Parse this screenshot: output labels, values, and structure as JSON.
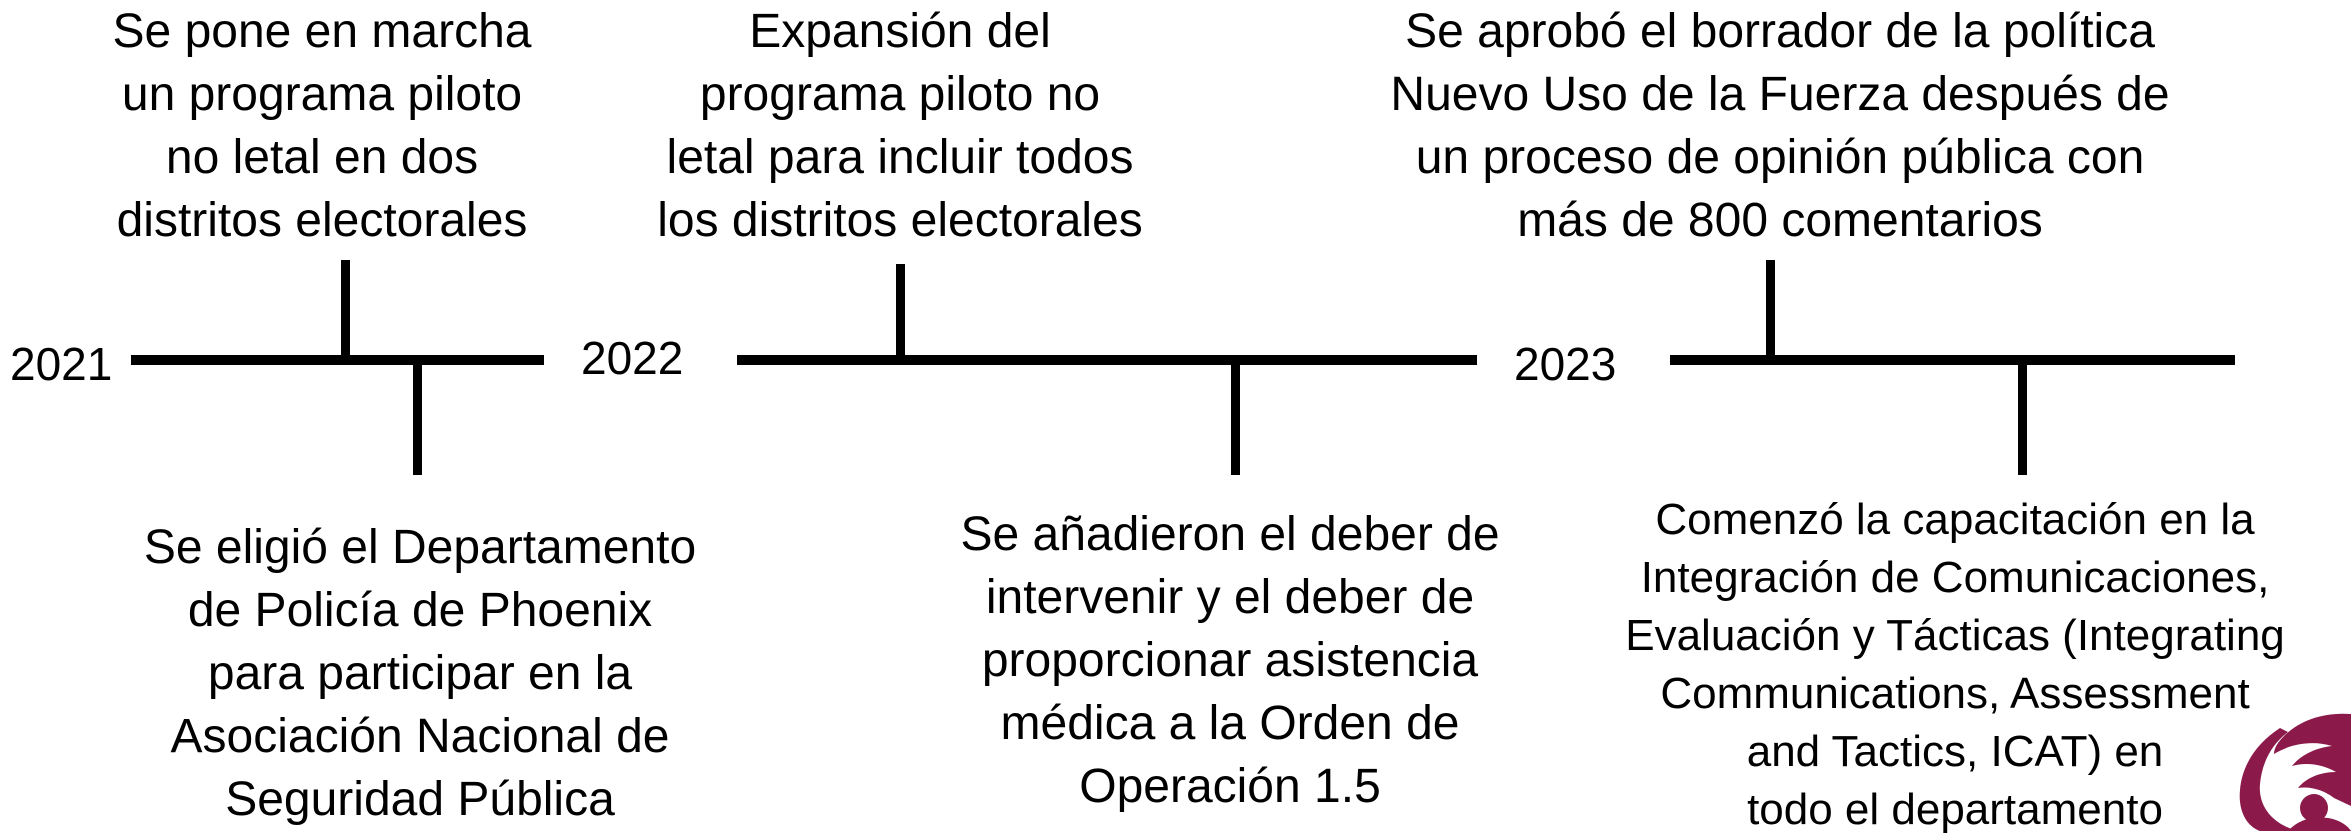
{
  "timeline": {
    "years": [
      "2021",
      "2022",
      "2023"
    ],
    "events_top": [
      {
        "lines": [
          "Se pone en marcha",
          "un programa piloto",
          "no letal en dos",
          "distritos electorales"
        ]
      },
      {
        "lines": [
          "Expansión del",
          "programa piloto no",
          "letal para incluir todos",
          "los distritos electorales"
        ]
      },
      {
        "lines": [
          "Se aprobó el borrador de la política",
          "Nuevo Uso de la Fuerza después de",
          "un proceso de opinión pública con",
          "más de 800 comentarios"
        ]
      }
    ],
    "events_bottom": [
      {
        "lines": [
          "Se eligió el Departamento",
          "de Policía de Phoenix",
          "para participar en la",
          "Asociación Nacional de",
          "Seguridad Pública"
        ]
      },
      {
        "lines": [
          "Se añadieron el deber de",
          "intervenir y el deber de",
          "proporcionar asistencia",
          "médica a la Orden de",
          "Operación 1.5"
        ]
      },
      {
        "lines": [
          "Comenzó la capacitación en la",
          "Integración de Comunicaciones,",
          "Evaluación y Tácticas (Integrating",
          "Communications, Assessment",
          "and Tactics, ICAT) en",
          "todo el departamento"
        ]
      }
    ]
  },
  "colors": {
    "line": "#000000",
    "text": "#000000",
    "logo": "#8b1a4a"
  },
  "logo": {
    "icon": "phoenix-bird-logo-icon"
  }
}
